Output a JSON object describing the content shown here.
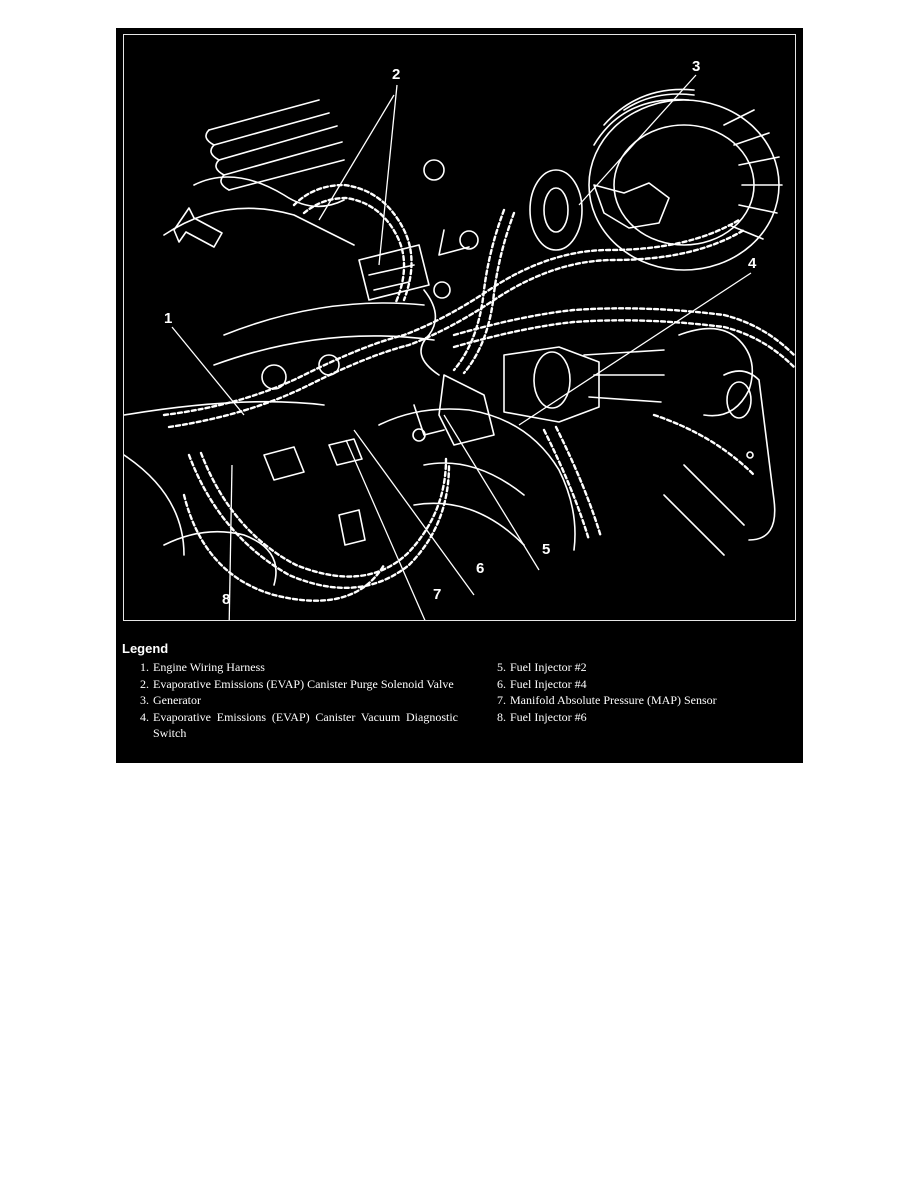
{
  "callouts": [
    "1",
    "2",
    "3",
    "4",
    "5",
    "6",
    "7",
    "8"
  ],
  "legend": {
    "title": "Legend",
    "left": [
      {
        "num": "1.",
        "text": "Engine Wiring Harness"
      },
      {
        "num": "2.",
        "text": "Evaporative Emissions (EVAP) Canister Purge Solenoid Valve"
      },
      {
        "num": "3.",
        "text": "Generator"
      },
      {
        "num": "4.",
        "text": "Evaporative Emissions (EVAP) Canister Vacuum Diagnostic Switch"
      }
    ],
    "right": [
      {
        "num": "5.",
        "text": "Fuel Injector #2"
      },
      {
        "num": "6.",
        "text": "Fuel Injector #4"
      },
      {
        "num": "7.",
        "text": "Manifold Absolute Pressure (MAP) Sensor"
      },
      {
        "num": "8.",
        "text": "Fuel Injector #6"
      }
    ]
  },
  "colors": {
    "background": "#000000",
    "line": "#ffffff"
  }
}
